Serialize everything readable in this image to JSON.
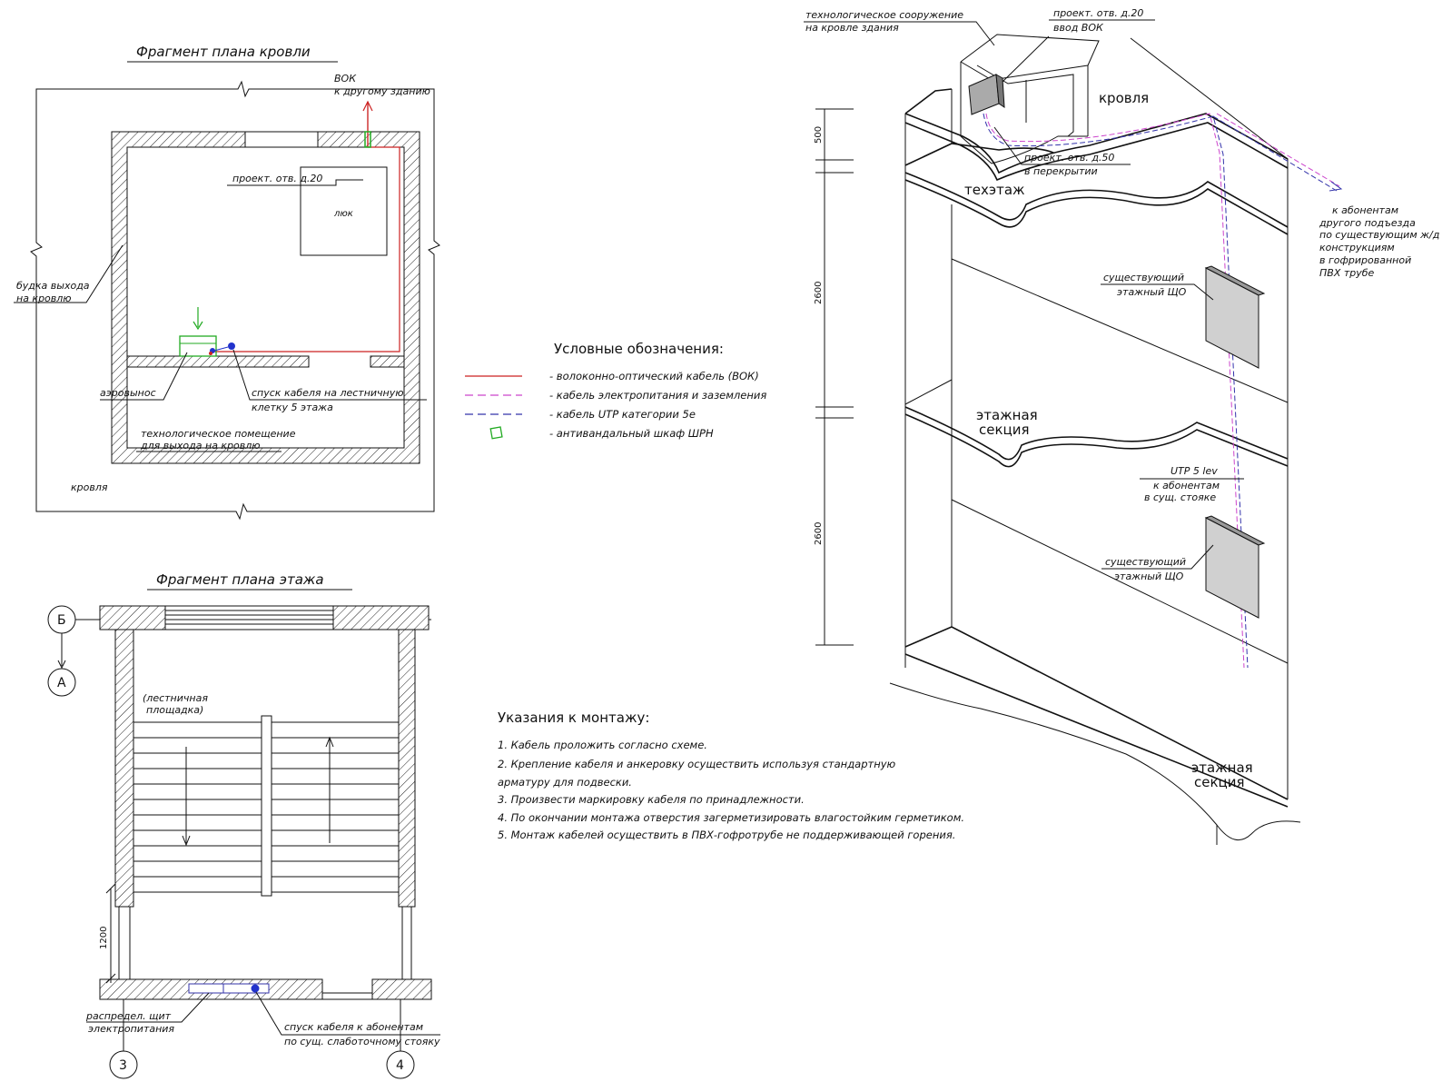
{
  "roof_plan": {
    "title": "Фрагмент плана кровли",
    "vok_label": "ВОК",
    "vok_to_building": "к другому зданию",
    "hole_d20": "проект. отв. д.20",
    "hatch_label": "люк",
    "exit_box_1": "будка выхода",
    "exit_box_2": "на кровлю",
    "air_vent": "аэровынос",
    "cable_descent_1": "спуск кабеля на лестничную",
    "cable_descent_2": "клетку 5 этажа",
    "tech_room_1": "технологическое помещение",
    "tech_room_2": "для выхода на кровлю",
    "roof_label": "кровля"
  },
  "floor_plan": {
    "title": "Фрагмент плана этажа",
    "axis_b": "Б",
    "axis_a": "А",
    "axis_3": "3",
    "axis_4": "4",
    "landing_1": "(лестничная",
    "landing_2": "площадка)",
    "dim_1200": "1200",
    "dist_board_1": "распредел. щит",
    "dist_board_2": "электропитания",
    "descent_1": "спуск кабеля к абонентам",
    "descent_2": "по сущ. слаботочному стояку"
  },
  "legend": {
    "title": "Условные обозначения:",
    "items": [
      {
        "text": "- волоконно-оптический кабель (ВОК)",
        "color": "#cc2222",
        "style": "solid"
      },
      {
        "text": "- кабель электропитания и заземления",
        "color": "#cc44cc",
        "style": "dashed"
      },
      {
        "text": "- кабель UTP категории 5е",
        "color": "#3333aa",
        "style": "dashed"
      },
      {
        "text": "- антивандальный шкаф ШРН",
        "color": "#22aa22",
        "style": "box"
      }
    ]
  },
  "notes": {
    "title": "Указания к монтажу:",
    "items": [
      "1. Кабель проложить согласно схеме.",
      "2. Крепление кабеля и анкеровку осуществить используя стандартную",
      "арматуру для подвески.",
      "3. Произвести маркировку кабеля по принадлежности.",
      "4. По окончании монтажа отверстия загерметизировать влагостойким герметиком.",
      "5. Монтаж кабелей осуществить в ПВХ-гофротрубе не поддерживающей горения."
    ]
  },
  "iso": {
    "tech_struct_1": "технологическое сооружение",
    "tech_struct_2": "на кровле здания",
    "hole_d20_1": "проект. отв. д.20",
    "hole_d20_2": "ввод ВОК",
    "roof": "кровля",
    "hole_d50_1": "проект. отв. д.50",
    "hole_d50_2": "в перекрытии",
    "tech_floor": "техэтаж",
    "to_subs_1": "к абонентам",
    "to_subs_2": "другого подъезда",
    "to_subs_3": "по существующим ж/д",
    "to_subs_4": "конструкциям",
    "to_subs_5": "в гофрированной",
    "to_subs_6": "ПВХ трубе",
    "panel_1a": "существующий",
    "panel_1b": "этажный ЩО",
    "panel_2a": "существующий",
    "panel_2b": "этажный ЩО",
    "floor_sec_1a": "этажная",
    "floor_sec_1b": "секция",
    "floor_sec_2a": "этажная",
    "floor_sec_2b": "секция",
    "utp_1": "UTP 5 lev",
    "utp_2": "к абонентам",
    "utp_3": "в сущ. стояке",
    "dim_500": "500",
    "dim_2600a": "2600",
    "dim_2600b": "2600"
  }
}
